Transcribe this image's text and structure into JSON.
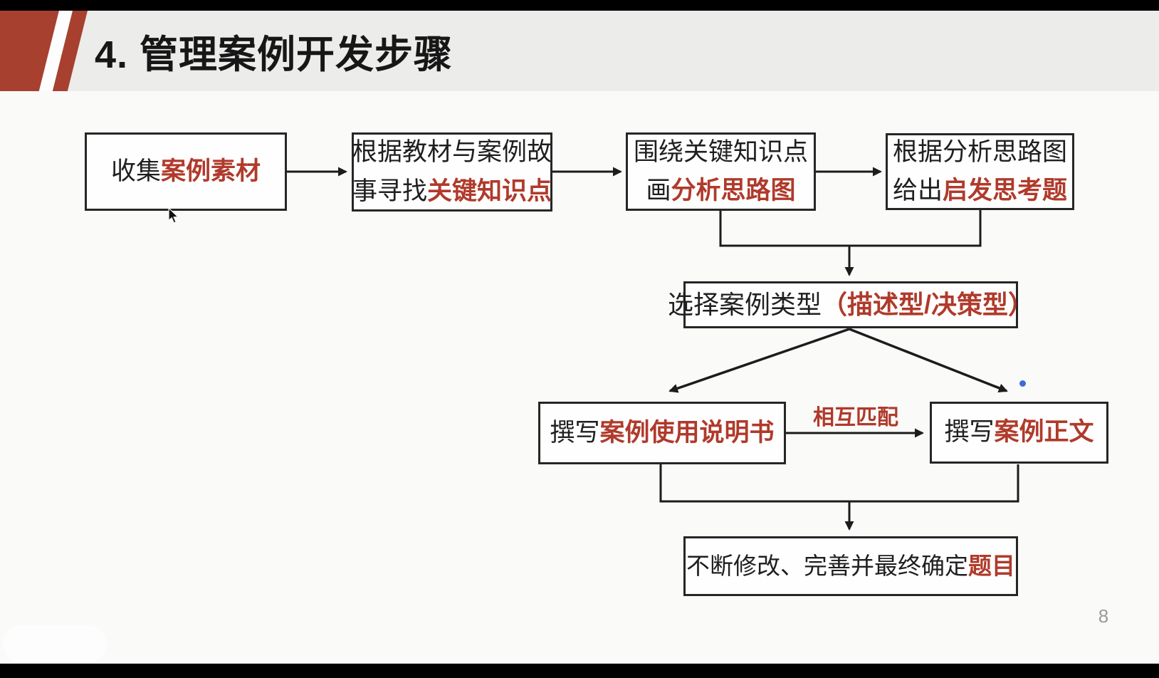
{
  "slide": {
    "title": "4. 管理案例开发步骤",
    "page_number": "8"
  },
  "flowchart": {
    "b1": {
      "pre": "收集",
      "em": "案例素材"
    },
    "b2": {
      "line1": "根据教材与案例故",
      "pre": "事寻找",
      "em": "关键知识点"
    },
    "b3": {
      "line1": "围绕关键知识点",
      "pre": "画",
      "em": "分析思路图"
    },
    "b4": {
      "line1": "根据分析思路图",
      "pre": "给出",
      "em": "启发思考题"
    },
    "b5": {
      "pre": "选择案例类型",
      "em": "（描述型/决策型）"
    },
    "b6": {
      "pre": "撰写",
      "em": "案例使用说明书"
    },
    "b7": {
      "pre": "撰写",
      "em": "案例正文"
    },
    "b8": {
      "pre": "不断修改、完善并最终确定",
      "em": "题目"
    },
    "match_label": "相互匹配"
  },
  "icons": {
    "cursor": "mouse-pointer-arrow",
    "annotation_dot": "blue-ink-dot"
  },
  "colors": {
    "accent_red": "#A8402F",
    "emphasis_text_red": "#B03A2B",
    "header_band": "#ECECEA",
    "slide_background": "#FAFAF9",
    "connector_line": "#1C1C1C",
    "letterbox_bar": "#000000",
    "page_number_gray": "#9A9A9A"
  }
}
